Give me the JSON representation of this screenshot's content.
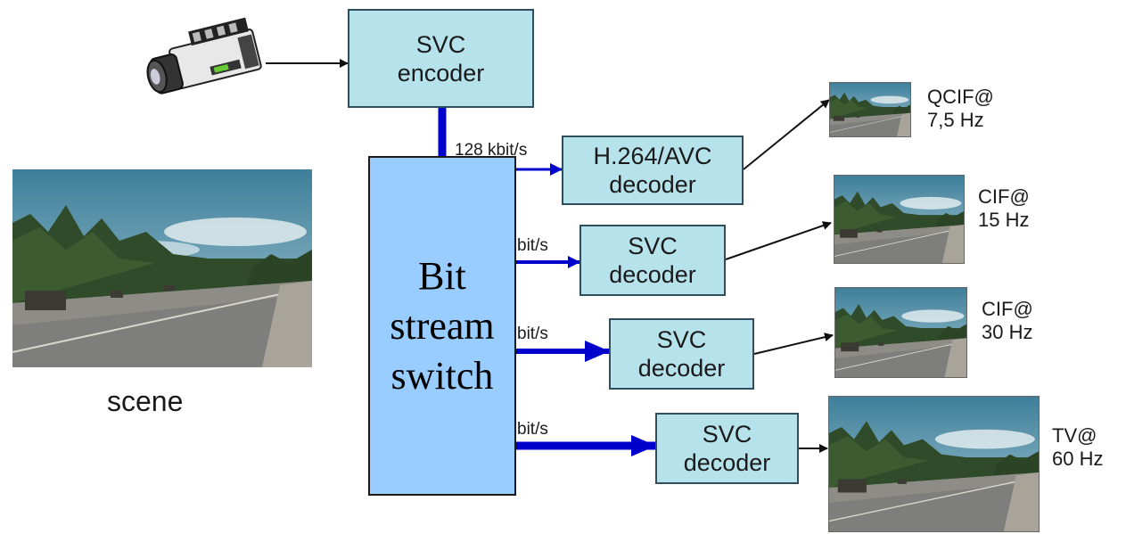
{
  "encoder": {
    "line1": "SVC",
    "line2": "encoder"
  },
  "switch": {
    "line1": "Bit",
    "line2": "stream",
    "line3": "switch"
  },
  "scene": {
    "label": "scene"
  },
  "streams": [
    {
      "rate": "128 kbit/s",
      "decoder_line1": "H.264/AVC",
      "decoder_line2": "decoder",
      "res_line1": "QCIF@",
      "res_line2": "7,5 Hz"
    },
    {
      "rate": "bit/s",
      "decoder_line1": "SVC",
      "decoder_line2": "decoder",
      "res_line1": "CIF@",
      "res_line2": "15 Hz"
    },
    {
      "rate": "bit/s",
      "decoder_line1": "SVC",
      "decoder_line2": "decoder",
      "res_line1": "CIF@",
      "res_line2": "30 Hz"
    },
    {
      "rate": "bit/s",
      "decoder_line1": "SVC",
      "decoder_line2": "decoder",
      "res_line1": "TV@",
      "res_line2": "60 Hz"
    }
  ],
  "colors": {
    "box_fill": "#b6e2ec",
    "switch_fill": "#99ccff",
    "arrow_blue": "#0000cc",
    "arrow_black": "#111111"
  },
  "icons": {
    "camera": "video-camera-icon",
    "scene": "highway-scene-image"
  }
}
